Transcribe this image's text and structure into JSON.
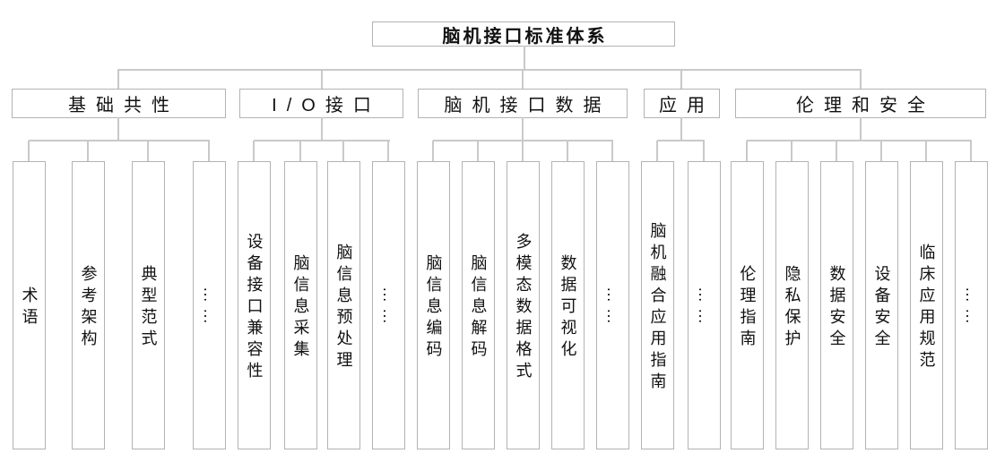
{
  "title": "脑机接口标准体系",
  "groups": [
    {
      "label": "基础共性",
      "children": [
        "术语",
        "参考架构",
        "典型范式",
        "……"
      ]
    },
    {
      "label": "I/O接口",
      "children": [
        "设备接口兼容性",
        "脑信息采集",
        "脑信息预处理",
        "……"
      ]
    },
    {
      "label": "脑机接口数据",
      "children": [
        "脑信息编码",
        "脑信息解码",
        "多模态数据格式",
        "数据可视化",
        "……"
      ]
    },
    {
      "label": "应用",
      "children": [
        "脑机融合应用指南",
        "……"
      ]
    },
    {
      "label": "伦理和安全",
      "children": [
        "伦理指南",
        "隐私保护",
        "数据安全",
        "设备安全",
        "临床应用规范",
        "……"
      ]
    }
  ],
  "colors": {
    "background": "#ffffff",
    "box_border": "#b3b3b3",
    "connector_line": "#c9c9c9",
    "text": "#111111"
  }
}
